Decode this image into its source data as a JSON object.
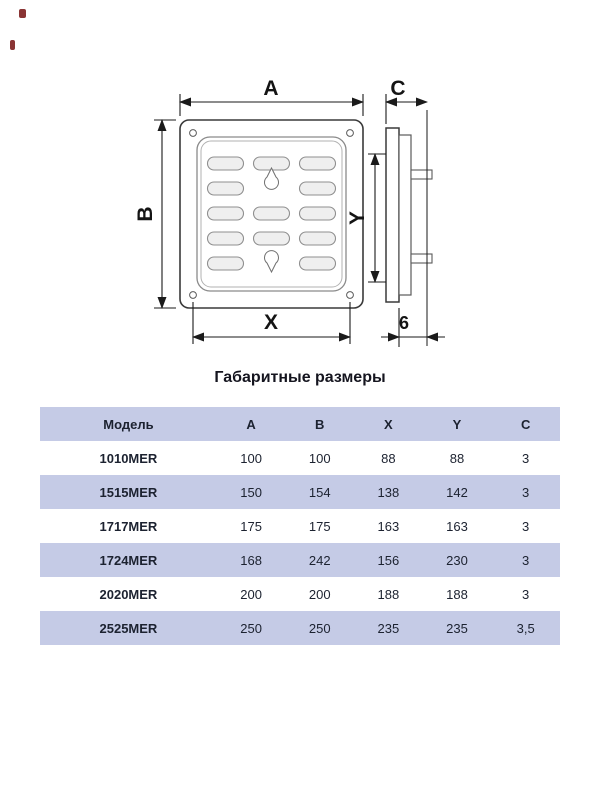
{
  "section_title": "Габаритные размеры",
  "drawing": {
    "labels": {
      "a": "A",
      "b": "B",
      "c": "C",
      "x": "X",
      "y": "Y",
      "gap": "6"
    }
  },
  "table": {
    "headers": [
      "Модель",
      "A",
      "B",
      "X",
      "Y",
      "C"
    ],
    "rows": [
      [
        "1010MER",
        "100",
        "100",
        "88",
        "88",
        "3"
      ],
      [
        "1515MER",
        "150",
        "154",
        "138",
        "142",
        "3"
      ],
      [
        "1717MER",
        "175",
        "175",
        "163",
        "163",
        "3"
      ],
      [
        "1724MER",
        "168",
        "242",
        "156",
        "230",
        "3"
      ],
      [
        "2020MER",
        "200",
        "200",
        "188",
        "188",
        "3"
      ],
      [
        "2525MER",
        "250",
        "250",
        "235",
        "235",
        "3,5"
      ]
    ]
  },
  "colors": {
    "row_alt": "#c5cbe6",
    "line": "#1a1a1a",
    "text": "#1c2230"
  }
}
